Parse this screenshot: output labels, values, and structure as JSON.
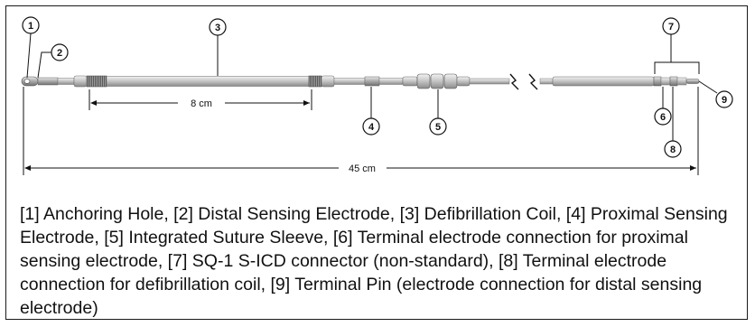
{
  "callouts": [
    {
      "id": "1",
      "label": "1"
    },
    {
      "id": "2",
      "label": "2"
    },
    {
      "id": "3",
      "label": "3"
    },
    {
      "id": "4",
      "label": "4"
    },
    {
      "id": "5",
      "label": "5"
    },
    {
      "id": "6",
      "label": "6"
    },
    {
      "id": "7",
      "label": "7"
    },
    {
      "id": "8",
      "label": "8"
    },
    {
      "id": "9",
      "label": "9"
    }
  ],
  "dimensions": {
    "coil_length": "8 cm",
    "total_length": "45 cm"
  },
  "caption": "[1] Anchoring Hole, [2] Distal Sensing Electrode, [3] Defibrillation Coil, [4] Proximal Sensing Electrode, [5] Integrated Suture Sleeve, [6] Terminal electrode connection for proximal sensing electrode, [7] SQ-1 S-ICD connector (non-standard), [8] Terminal electrode connection for defibrillation coil, [9] Terminal Pin (electrode connection for distal sensing electrode)"
}
